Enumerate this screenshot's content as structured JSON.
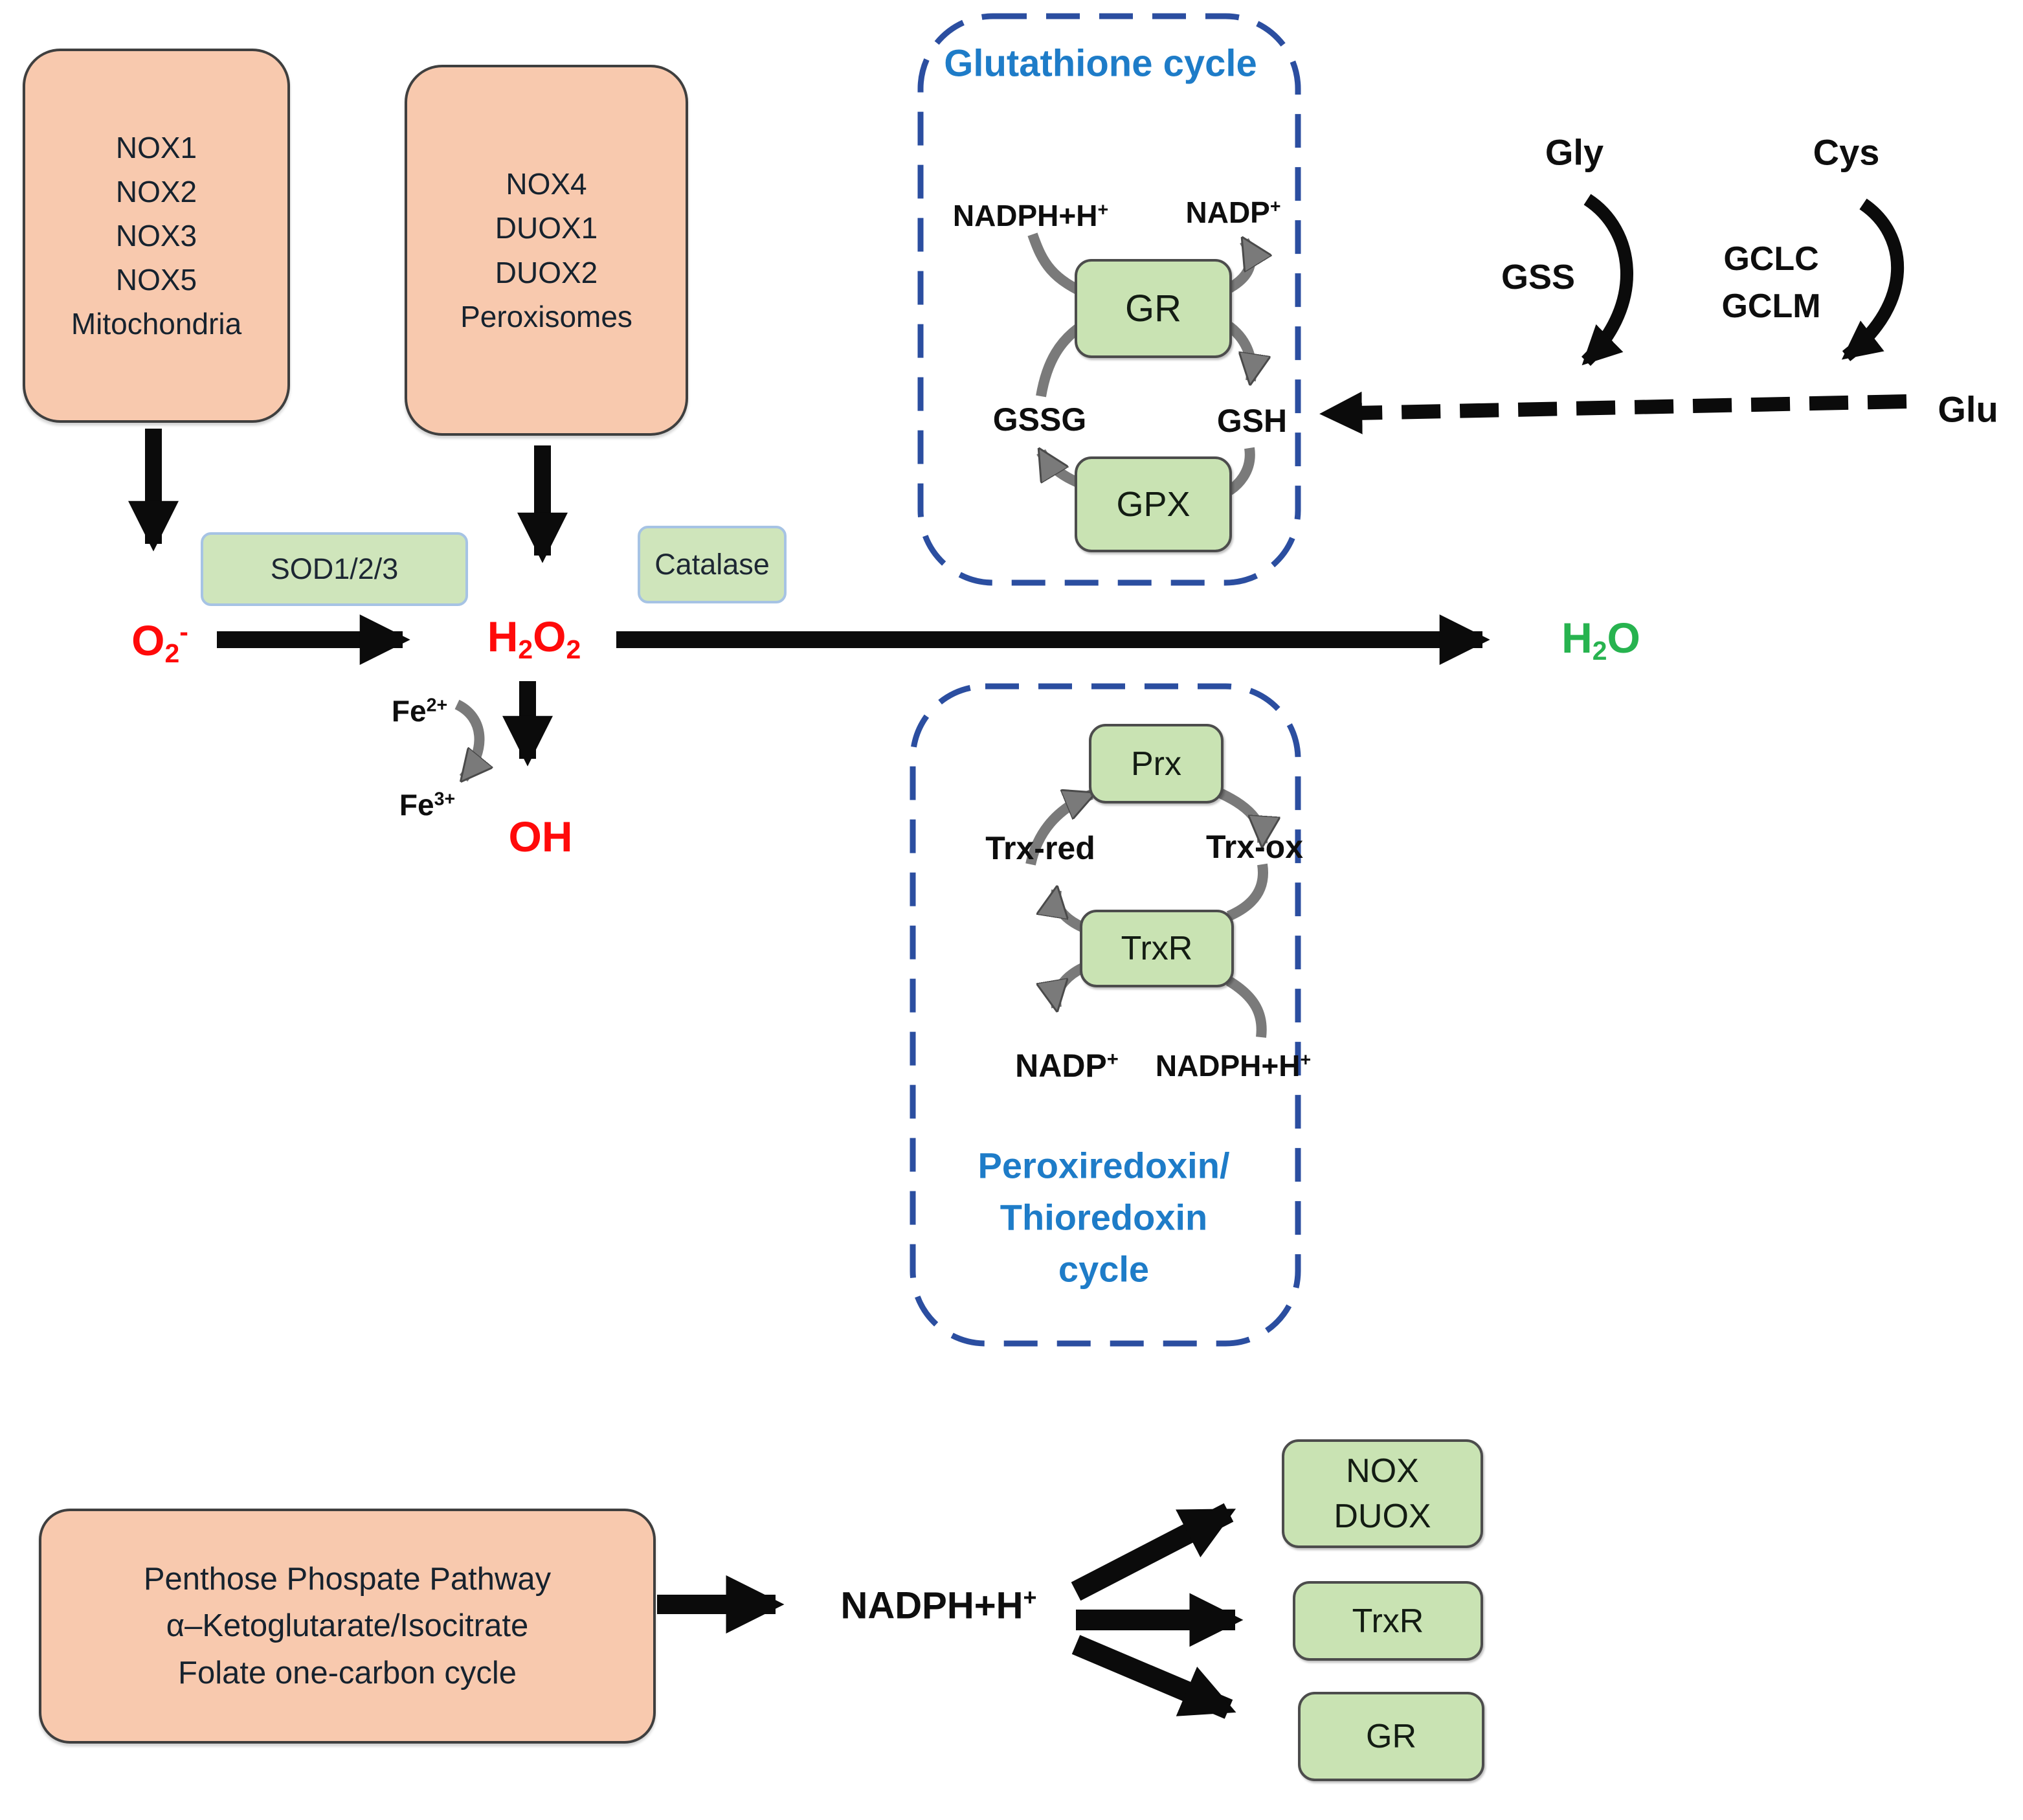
{
  "figure": {
    "box_nox1": {
      "lines": [
        "NOX1",
        "NOX2",
        "NOX3",
        "NOX5",
        "Mitochondria"
      ]
    },
    "box_nox4": {
      "lines": [
        "NOX4",
        "DUOX1",
        "DUOX2",
        "Peroxisomes"
      ]
    },
    "sod_label": "SOD1/2/3",
    "catalase_label": "Catalase",
    "superoxide": {
      "base": "O",
      "sub": "2",
      "sup": "-"
    },
    "h2o2": {
      "h": "H",
      "hsub": "2",
      "o": "O",
      "osub": "2"
    },
    "water": {
      "h": "H",
      "hsub": "2",
      "o": "O"
    },
    "hydroxyl": "OH",
    "fe2": {
      "base": "Fe",
      "sup": "2+"
    },
    "fe3": {
      "base": "Fe",
      "sup": "3+"
    },
    "glutathione_cycle": {
      "title": "Glutathione cycle",
      "nadph": {
        "base": "NADPH+H",
        "sup": "+"
      },
      "nadp": {
        "base": "NADP",
        "sup": "+"
      },
      "gr": "GR",
      "gssg": "GSSG",
      "gsh": "GSH",
      "gpx": "GPX"
    },
    "gsh_synthesis": {
      "gly": "Gly",
      "cys": "Cys",
      "gss": "GSS",
      "gclc": "GCLC",
      "gclm": "GCLM",
      "glu": "Glu"
    },
    "prx_cycle": {
      "title_line1": "Peroxiredoxin/",
      "title_line2": "Thioredoxin",
      "title_line3": "cycle",
      "prx": "Prx",
      "trx_red": "Trx-red",
      "trx_ox": "Trx-ox",
      "trxr": "TrxR",
      "nadp": {
        "base": "NADP",
        "sup": "+"
      },
      "nadph": {
        "base": "NADPH+H",
        "sup": "+"
      }
    },
    "nadph_sources_box": {
      "lines": [
        "Penthose Phospate Pathway",
        "α–Ketoglutarate/Isocitrate",
        "Folate one-carbon cycle"
      ]
    },
    "nadph_label": {
      "base": "NADPH+H",
      "sup": "+"
    },
    "nadph_targets": {
      "nox_duox_line1": "NOX",
      "nox_duox_line2": "DUOX",
      "trxr": "TrxR",
      "gr": "GR"
    }
  },
  "palette": {
    "salmon_box": "#F8C9AE",
    "green_box": "#C9E3B3",
    "soft_green_box": "#CFE5BB",
    "soft_box_border": "#A6C3E4",
    "dashed_cycle_blue": "#2B4EA0",
    "cycle_title_blue": "#1E7CC8",
    "ros_red": "#FF0A0A",
    "water_green": "#27B34F",
    "arrow_gray": "#7A7A7A",
    "arrow_black": "#0B0B0B"
  }
}
